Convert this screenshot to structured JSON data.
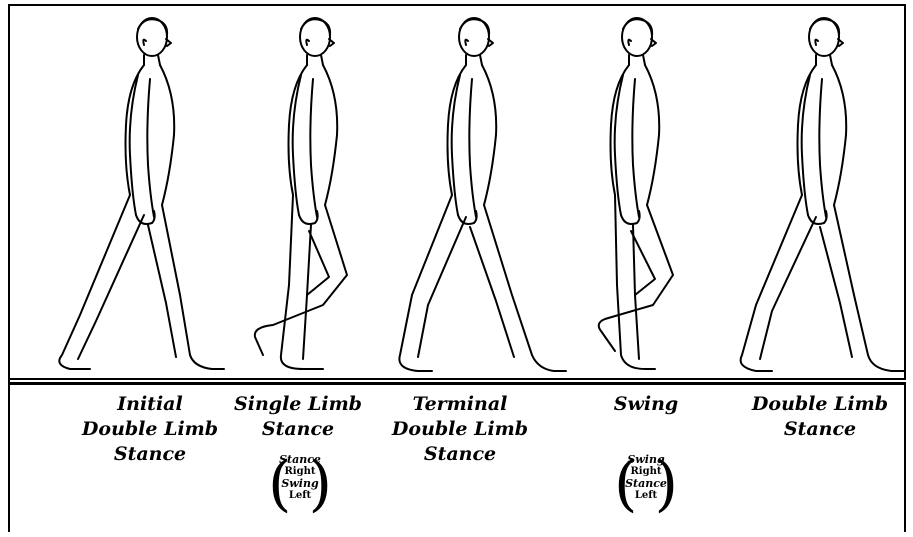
{
  "phases": [
    {
      "lines": [
        "Initial",
        "Double Limb",
        "Stance"
      ]
    },
    {
      "lines": [
        "Single Limb",
        "Stance"
      ],
      "note": [
        "Stance",
        "Right",
        "Swing",
        "Left"
      ]
    },
    {
      "lines": [
        "Terminal",
        "Double Limb",
        "Stance"
      ]
    },
    {
      "lines": [
        "Swing"
      ],
      "note": [
        "Swing",
        "Right",
        "Stance",
        "Left"
      ]
    },
    {
      "lines": [
        "Double Limb",
        "Stance"
      ]
    }
  ]
}
